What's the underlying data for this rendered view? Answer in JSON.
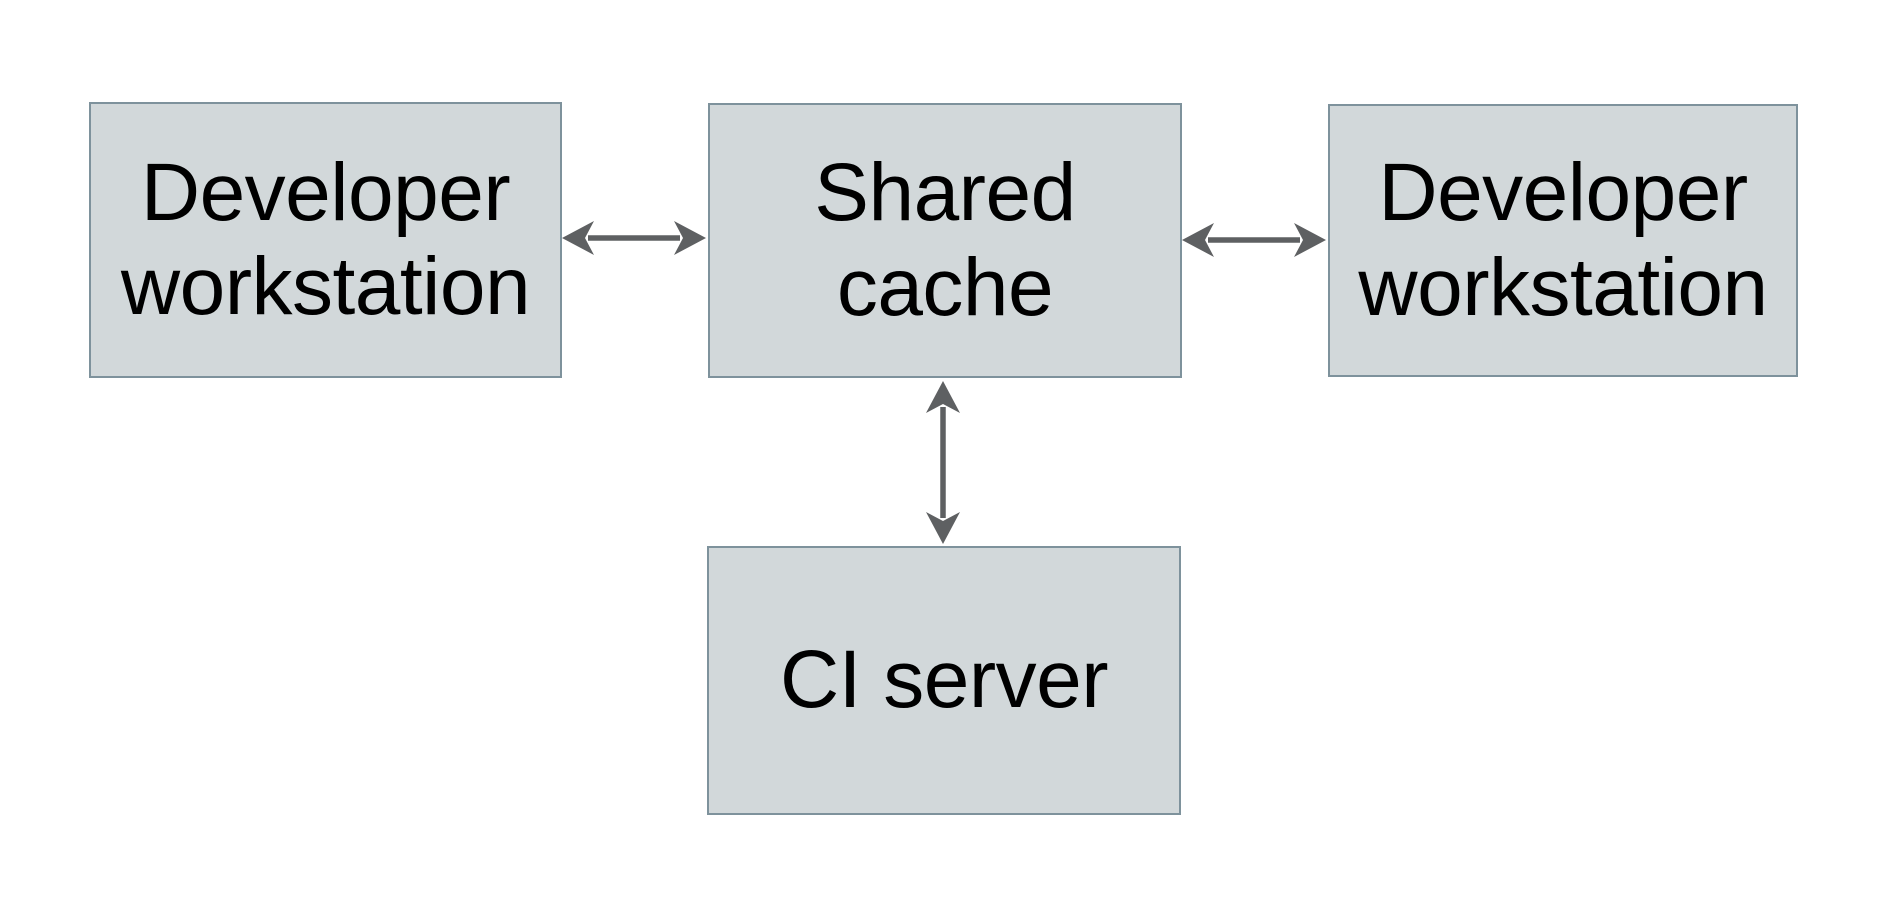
{
  "colors": {
    "background": "#ffffff",
    "node_fill": "#d2d8da",
    "node_border": "#7e929c",
    "arrow": "#5e6062",
    "text": "#000000"
  },
  "diagram": {
    "nodes": [
      {
        "id": "developer-workstation-left",
        "label": "Developer\nworkstation"
      },
      {
        "id": "shared-cache",
        "label": "Shared\ncache"
      },
      {
        "id": "developer-workstation-right",
        "label": "Developer\nworkstation"
      },
      {
        "id": "ci-server",
        "label": "CI server"
      }
    ],
    "edges": [
      {
        "from": "developer-workstation-left",
        "to": "shared-cache",
        "type": "bidirectional"
      },
      {
        "from": "shared-cache",
        "to": "developer-workstation-right",
        "type": "bidirectional"
      },
      {
        "from": "shared-cache",
        "to": "ci-server",
        "type": "bidirectional"
      }
    ]
  }
}
